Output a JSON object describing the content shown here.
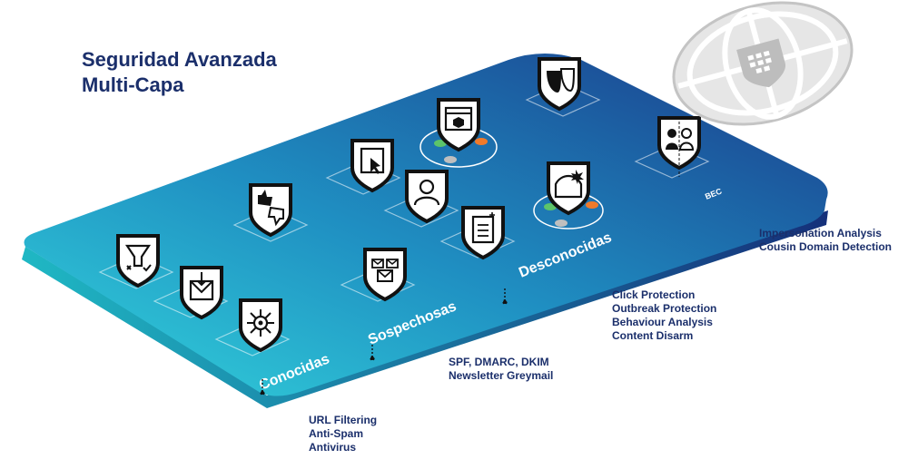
{
  "title": {
    "line1": "Seguridad Avanzada",
    "line2": "Multi-Capa"
  },
  "categories": {
    "known": "Conocidas",
    "suspicious": "Sospechosas",
    "unknown": "Desconocidas",
    "bec": "BEC"
  },
  "features": {
    "known": [
      "URL Filtering",
      "Anti-Spam",
      "Antivirus"
    ],
    "suspicious": [
      "SPF, DMARC, DKIM",
      "Newsletter Greymail"
    ],
    "unknown": [
      "Click Protection",
      "Outbreak Protection",
      "Behaviour Analysis",
      "Content Disarm"
    ],
    "bec": [
      "Impersonation Analysis",
      "Cousin Domain Detection"
    ]
  },
  "colors": {
    "title": "#1b2f6b",
    "platform_start": "#2fd0d8",
    "platform_end": "#1a3f8f",
    "shield_stroke": "#111111"
  },
  "icons": [
    "filter-icon",
    "inbox-icon",
    "virus-icon",
    "thumbs-icon",
    "envelopes-icon",
    "click-icon",
    "user-search-icon",
    "report-icon",
    "browser-sandbox-icon",
    "disarm-icon",
    "masks-icon",
    "bec-people-icon",
    "globe-logo-icon"
  ]
}
